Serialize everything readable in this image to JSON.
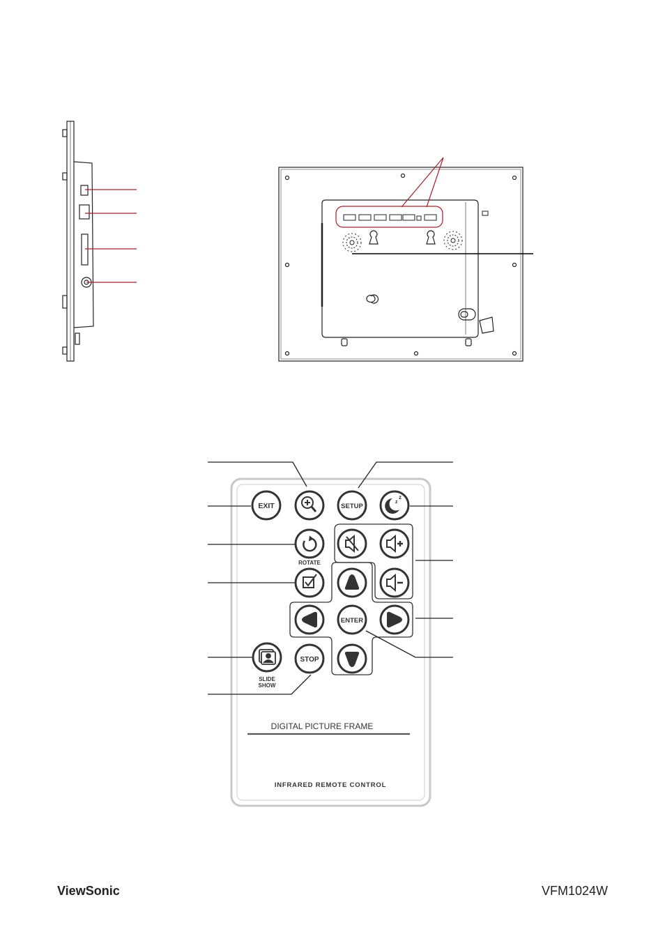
{
  "remote": {
    "exit_label": "EXIT",
    "setup_label": "SETUP",
    "enter_label": "ENTER",
    "stop_label": "STOP",
    "rotate_label": "ROTATE",
    "slideshow_label_line1": "SLIDE",
    "slideshow_label_line2": "SHOW",
    "panel_title": "DIGITAL PICTURE FRAME",
    "panel_subtitle": "INFRARED REMOTE CONTROL"
  },
  "footer": {
    "brand": "ViewSonic",
    "model": "VFM1024W"
  },
  "colors": {
    "callout_red": "#a0202a",
    "remote_outline": "#c8c8c8",
    "button_stroke": "#333333"
  }
}
